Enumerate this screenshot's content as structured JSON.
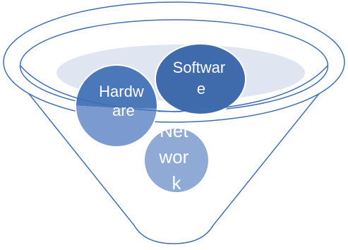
{
  "diagram": {
    "type": "funnel",
    "colors": {
      "outline": "#3f6fb3",
      "background": "#ffffff",
      "rim_fill": "#dfe6f1",
      "hardware": "#4a78b8",
      "software": "#3f6bad",
      "network": "#8faad5",
      "overlap": "#7a9ad0",
      "label": "#ffffff"
    },
    "circles": [
      {
        "id": "hardware",
        "label_lines": [
          "Hardw",
          "are"
        ]
      },
      {
        "id": "software",
        "label_lines": [
          "Softwar",
          "e"
        ]
      },
      {
        "id": "network",
        "label_lines": [
          "Net",
          "wor",
          "k"
        ]
      }
    ]
  }
}
